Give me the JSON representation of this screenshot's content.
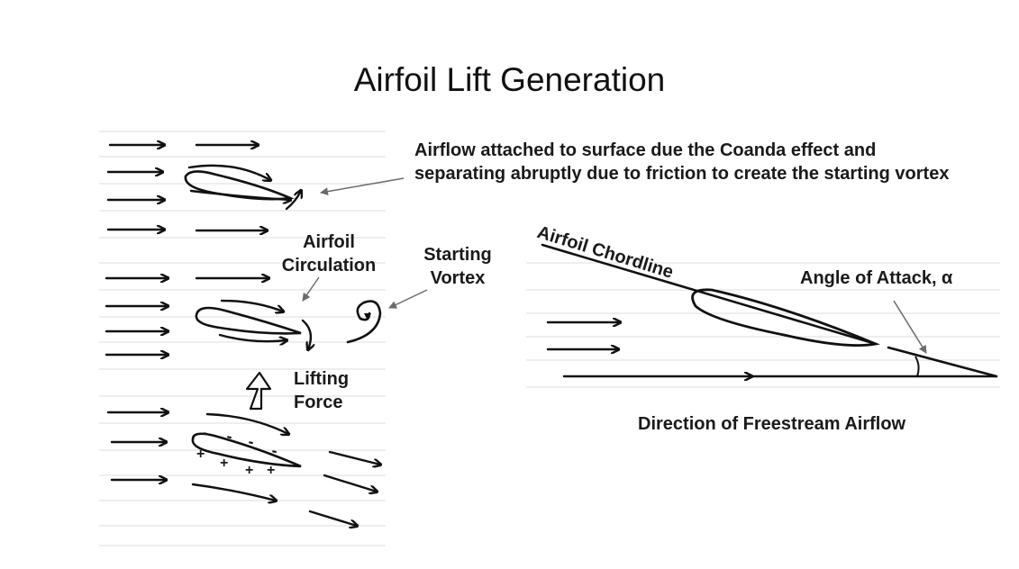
{
  "title": "Airfoil Lift Generation",
  "labels": {
    "coanda_note": "Airflow attached to surface due the Coanda effect and separating abruptly due to friction to create the starting vortex",
    "airfoil_circulation": "Airfoil Circulation",
    "starting_vortex": "Starting Vortex",
    "lifting_force": "Lifting Force",
    "airfoil_chordline": "Airfoil Chordline",
    "angle_of_attack": "Angle of Attack, α",
    "freestream_direction": "Direction of Freestream Airflow"
  },
  "pressure_signs": {
    "upper": "-",
    "lower": "+"
  },
  "colors": {
    "ink": "#111111",
    "paper_line": "#d9d9d9",
    "pointer": "#6b6b6b"
  }
}
